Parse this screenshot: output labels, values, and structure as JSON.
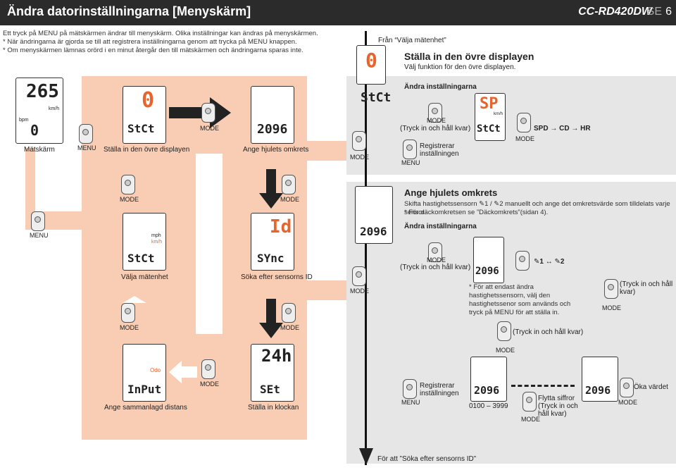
{
  "header": {
    "title": "Ändra datorinställningarna [Menyskärm]",
    "model": "CC-RD420DW",
    "model_suffix": "SE",
    "page": "6"
  },
  "intro": [
    "Ett tryck på MENU på mätskärmen ändrar till menyskärm. Olika inställningar kan ändras på menyskärmen.",
    "* När ändringarna är gjorda se till att registrera inställningarna genom att trycka på MENU knappen.",
    "* Om menyskärmen lämnas orörd i en minut återgår den till mätskärmen och ändringarna sparas inte."
  ],
  "buttons": {
    "menu": "MENU",
    "mode": "MODE"
  },
  "lcd_text": {
    "speed": "265",
    "speed_unit": "km/h",
    "bpm": "bpm",
    "hr_val": "0",
    "big_zero": "0",
    "stct": "StCt",
    "circ": "2096",
    "mph": "mph",
    "kmh": "km/h",
    "id": "Id",
    "sync": "SYnc",
    "odo": "Odo",
    "input": "InPut",
    "clock": "24h",
    "set": "SEt",
    "sp": "SP"
  },
  "flow": {
    "meas_screen": "Mätskärm",
    "upper_display": "Ställa in den övre displayen",
    "wheel": "Ange hjulets omkrets",
    "unit": "Välja mätenhet",
    "sensor_id": "Söka efter sensorns ID",
    "total_dist": "Ange sammanlagd distans",
    "clock": "Ställa in klockan"
  },
  "right_top": {
    "from": "Från “Välja mätenhet”",
    "heading": "Ställa in den övre displayen",
    "sub": "Välj funktion för den övre displayen.",
    "change": "Ändra inställningarna",
    "hold": "(Tryck in och håll kvar)",
    "register": "Registrerar inställningen",
    "cycle": "SPD → CD → HR"
  },
  "right_bottom": {
    "heading": "Ange hjulets omkrets",
    "desc": "Skifta hastighetssensorn ✎1 / ✎2 manuellt och ange det omkretsvärde som tilldelats varje sensor.",
    "note_tire": "* För däckomkretsen se ”Däckomkrets”(sidan 4).",
    "change": "Ändra inställningarna",
    "hold": "(Tryck in och håll kvar)",
    "sensor_toggle": "✎1 ↔ ✎2",
    "note_sensor": "* För att endast ändra hastighetssensorn, välj den hastighetssenor som används och tryck på MENU för att ställa in.",
    "hold2": "(Tryck in och håll kvar)",
    "hold3": "(Tryck in och håll kvar)",
    "register": "Registrerar inställningen",
    "range": "0100 – 3999",
    "move_digits": "Flytta siffror (Tryck in och håll kvar)",
    "increase": "Öka värdet",
    "to_sensor": "För att ”Söka efter sensorns ID”"
  },
  "colors": {
    "accent": "#e8642c",
    "peach": "#f8cdb4",
    "grey": "#e6e6e6",
    "title_bg": "#2b2b2b"
  }
}
